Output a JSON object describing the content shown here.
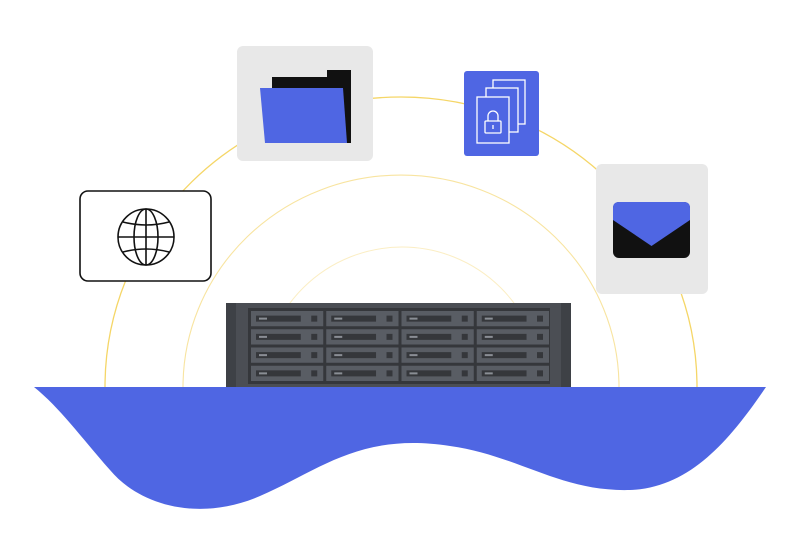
{
  "illustration": {
    "icons": [
      {
        "name": "globe-icon"
      },
      {
        "name": "folder-icon"
      },
      {
        "name": "secure-documents-icon"
      },
      {
        "name": "mail-icon"
      }
    ],
    "server": {
      "name": "nas-rack-server",
      "rows": 4,
      "columns": 4
    },
    "colors": {
      "accent": "#4f66e3",
      "tile_grey": "#e8e8e8",
      "arc_yellow": "#f5d667",
      "server_body": "#4b4e54",
      "server_bay": "#35373b",
      "drive_face": "#595d64",
      "ink": "#111111"
    }
  }
}
